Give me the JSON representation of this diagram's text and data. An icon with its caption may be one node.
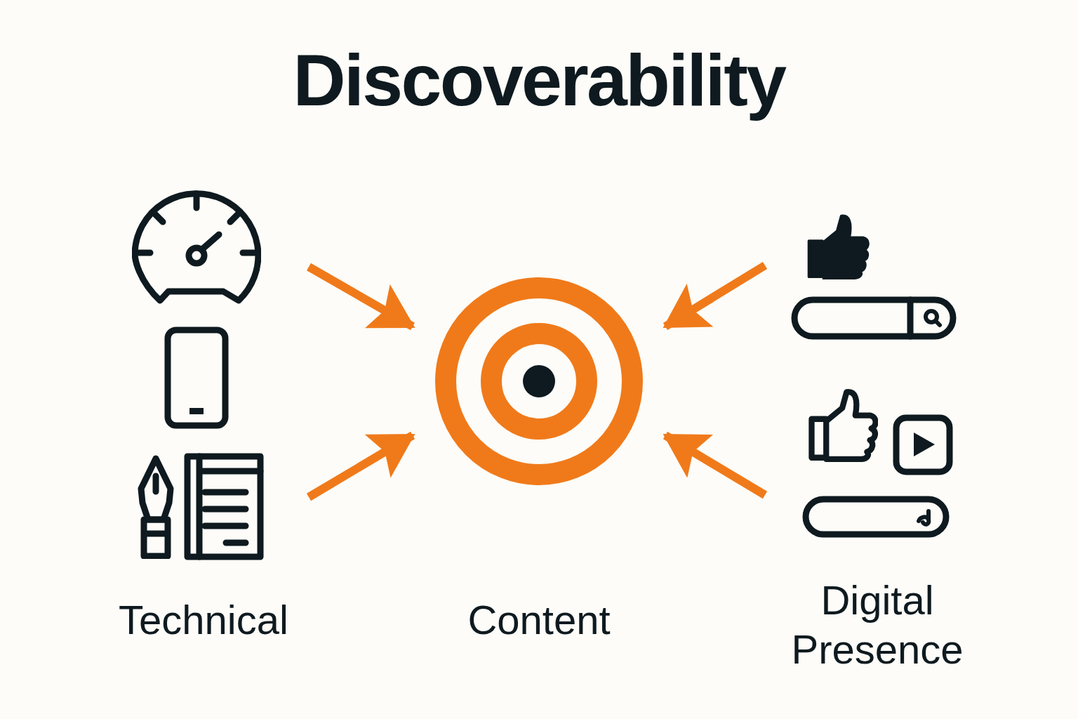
{
  "diagram": {
    "title": "Discoverability",
    "nodes": [
      {
        "text": [
          "Technical"
        ]
      },
      {
        "text": [
          "Content"
        ]
      },
      {
        "text": [
          "Digital Presence"
        ]
      }
    ],
    "edges": [
      {
        "from": 0,
        "to": 1,
        "arrow": "to"
      },
      {
        "from": 0,
        "to": 1,
        "arrow": "to"
      },
      {
        "from": 2,
        "to": 1,
        "arrow": "to"
      },
      {
        "from": 2,
        "to": 1,
        "arrow": "to"
      }
    ]
  }
}
